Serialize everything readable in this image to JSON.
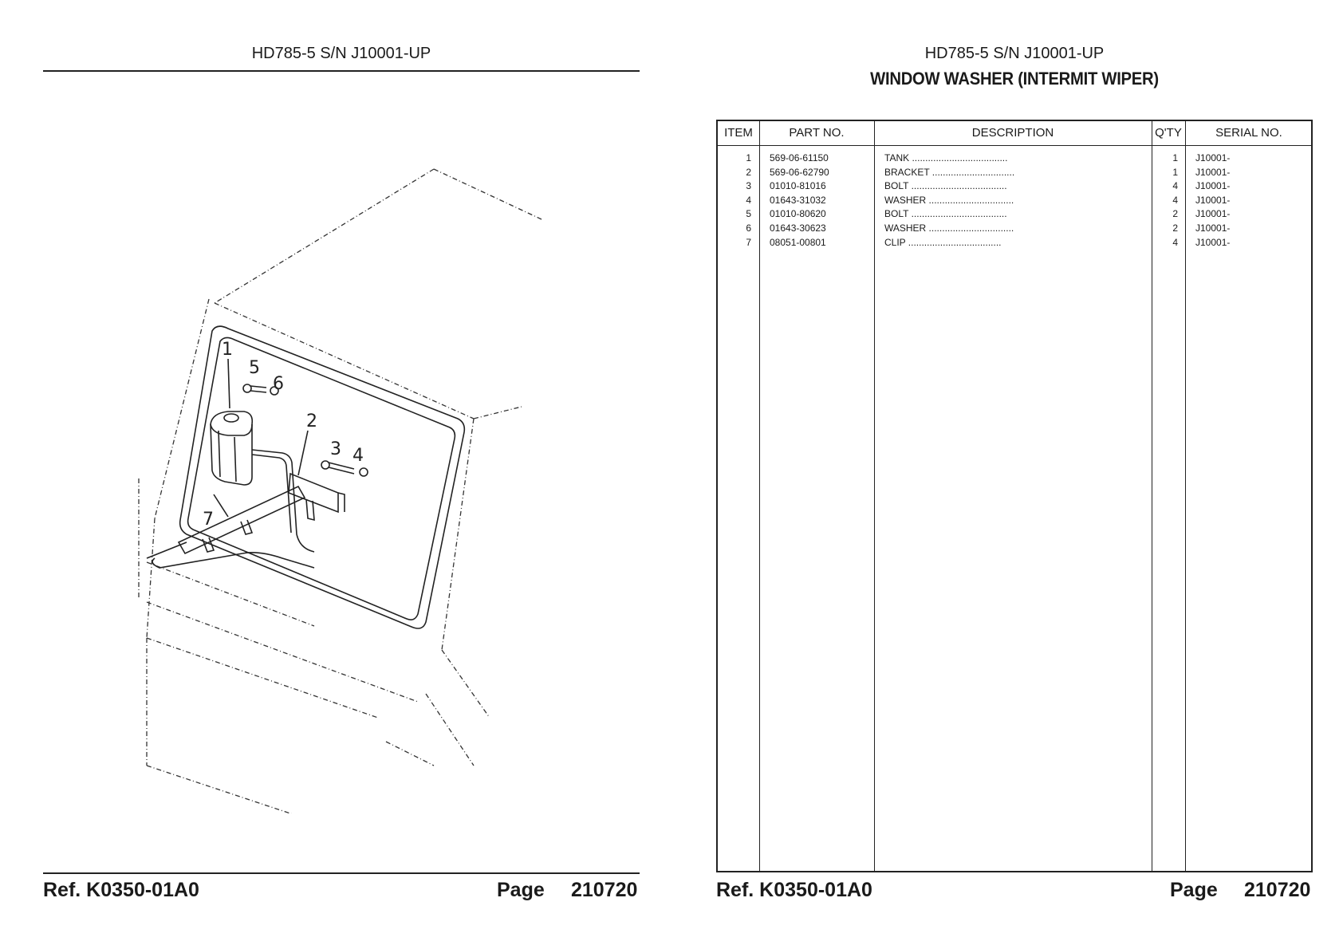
{
  "left_page": {
    "header": "HD785-5 S/N J10001-UP",
    "illustration": {
      "callouts": [
        "1",
        "2",
        "3",
        "4",
        "5",
        "6",
        "7"
      ]
    },
    "footer": {
      "ref": "Ref.  K0350-01A0",
      "page_label": "Page",
      "page_number": "210720"
    }
  },
  "right_page": {
    "header": "HD785-5 S/N J10001-UP",
    "title": "WINDOW WASHER (INTERMIT WIPER)",
    "table": {
      "columns": [
        "ITEM",
        "PART NO.",
        "DESCRIPTION",
        "Q'TY",
        "SERIAL NO."
      ],
      "rows": [
        {
          "item": "1",
          "part_no": "569-06-61150",
          "description": "TANK  ....................................",
          "qty": "1",
          "serial": "J10001-"
        },
        {
          "item": "2",
          "part_no": "569-06-62790",
          "description": "BRACKET  ...............................",
          "qty": "1",
          "serial": "J10001-"
        },
        {
          "item": "3",
          "part_no": "01010-81016",
          "description": "BOLT ....................................",
          "qty": "4",
          "serial": "J10001-"
        },
        {
          "item": "4",
          "part_no": "01643-31032",
          "description": "WASHER  ................................",
          "qty": "4",
          "serial": "J10001-"
        },
        {
          "item": "5",
          "part_no": "01010-80620",
          "description": "BOLT ....................................",
          "qty": "2",
          "serial": "J10001-"
        },
        {
          "item": "6",
          "part_no": "01643-30623",
          "description": "WASHER  ................................",
          "qty": "2",
          "serial": "J10001-"
        },
        {
          "item": "7",
          "part_no": "08051-00801",
          "description": "CLIP  ...................................",
          "qty": "4",
          "serial": "J10001-"
        }
      ]
    },
    "footer": {
      "ref": "Ref.  K0350-01A0",
      "page_label": "Page",
      "page_number": "210720"
    }
  }
}
